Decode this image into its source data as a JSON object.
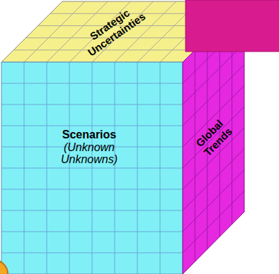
{
  "diagram": {
    "nodes": [
      {
        "text": [
          "Strategic Uncertainties"
        ]
      },
      {
        "text": [
          "Scenarios",
          "(Unknown Unknowns)"
        ]
      },
      {
        "text": [
          "Global Trends"
        ]
      }
    ]
  }
}
